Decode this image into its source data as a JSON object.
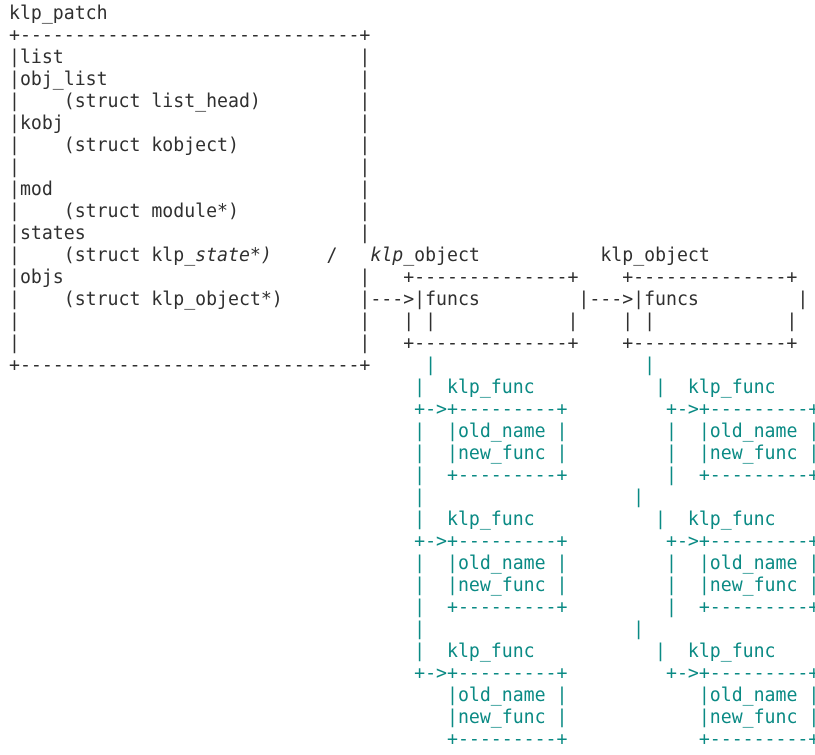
{
  "colors": {
    "text": "#2f2f2f",
    "func_chain": "#0a8a84",
    "background": "#ffffff"
  },
  "lines": [
    [
      [
        "klp_patch",
        "g",
        0
      ]
    ],
    [
      [
        "+-------------------------------+",
        "g",
        0
      ]
    ],
    [
      [
        "|list                           |",
        "g",
        0
      ]
    ],
    [
      [
        "|obj_list                       |",
        "g",
        0
      ]
    ],
    [
      [
        "|    (struct list_head)         |",
        "g",
        0
      ]
    ],
    [
      [
        "|kobj                           |",
        "g",
        0
      ]
    ],
    [
      [
        "|    (struct kobject)           |",
        "g",
        0
      ]
    ],
    [
      [
        "|                               |",
        "g",
        0
      ]
    ],
    [
      [
        "|mod                            |",
        "g",
        0
      ]
    ],
    [
      [
        "|    (struct module*)           |",
        "g",
        0
      ]
    ],
    [
      [
        "|states                         |",
        "g",
        0
      ]
    ],
    [
      [
        "|    (struct klp_",
        "g",
        0
      ],
      [
        "state*)",
        "g",
        1
      ],
      [
        "     /   ",
        "g",
        0
      ],
      [
        "klp",
        "g",
        1
      ],
      [
        "_object",
        "g",
        0
      ],
      [
        "           klp_object",
        "g",
        0
      ]
    ],
    [
      [
        "|objs                           |   +--------------+    +--------------+",
        "g",
        0
      ]
    ],
    [
      [
        "|    (struct klp_object*)       |--->|funcs         |--->|funcs         |",
        "g",
        0
      ]
    ],
    [
      [
        "|                               |   | |            |    | |            |",
        "g",
        0
      ]
    ],
    [
      [
        "|                               |   +--------------+    +--------------+",
        "g",
        0
      ]
    ],
    [
      [
        "+-------------------------------+",
        "g",
        0
      ],
      [
        "     |",
        "t",
        0
      ],
      [
        "                   |",
        "t",
        0
      ]
    ],
    [
      [
        "                                     |  klp_func",
        "t",
        0
      ],
      [
        "           |  klp_func",
        "t",
        0
      ]
    ],
    [
      [
        "                                     +->+---------+",
        "t",
        0
      ],
      [
        "         +->+---------+",
        "t",
        0
      ]
    ],
    [
      [
        "                                     |  |old_name |",
        "t",
        0
      ],
      [
        "         |  |old_name |",
        "t",
        0
      ]
    ],
    [
      [
        "                                     |  |new_func |",
        "t",
        0
      ],
      [
        "         |  |new_func |",
        "t",
        0
      ]
    ],
    [
      [
        "                                     |  +---------+",
        "t",
        0
      ],
      [
        "         |  +---------+",
        "t",
        0
      ]
    ],
    [
      [
        "                                     |",
        "t",
        0
      ],
      [
        "                   |",
        "t",
        0
      ]
    ],
    [
      [
        "                                     |  klp_func",
        "t",
        0
      ],
      [
        "           |  klp_func",
        "t",
        0
      ]
    ],
    [
      [
        "                                     +->+---------+",
        "t",
        0
      ],
      [
        "         +->+---------+",
        "t",
        0
      ]
    ],
    [
      [
        "                                     |  |old_name |",
        "t",
        0
      ],
      [
        "         |  |old_name |",
        "t",
        0
      ]
    ],
    [
      [
        "                                     |  |new_func |",
        "t",
        0
      ],
      [
        "         |  |new_func |",
        "t",
        0
      ]
    ],
    [
      [
        "                                     |  +---------+",
        "t",
        0
      ],
      [
        "         |  +---------+",
        "t",
        0
      ]
    ],
    [
      [
        "                                     |",
        "t",
        0
      ],
      [
        "                   |",
        "t",
        0
      ]
    ],
    [
      [
        "                                     |  klp_func",
        "t",
        0
      ],
      [
        "           |  klp_func",
        "t",
        0
      ]
    ],
    [
      [
        "                                     +->+---------+",
        "t",
        0
      ],
      [
        "         +->+---------+",
        "t",
        0
      ]
    ],
    [
      [
        "                                        |old_name |",
        "t",
        0
      ],
      [
        "            |old_name |",
        "t",
        0
      ]
    ],
    [
      [
        "                                        |new_func |",
        "t",
        0
      ],
      [
        "            |new_func |",
        "t",
        0
      ]
    ],
    [
      [
        "                                        +---------+",
        "t",
        0
      ],
      [
        "            +---------+",
        "t",
        0
      ]
    ]
  ]
}
